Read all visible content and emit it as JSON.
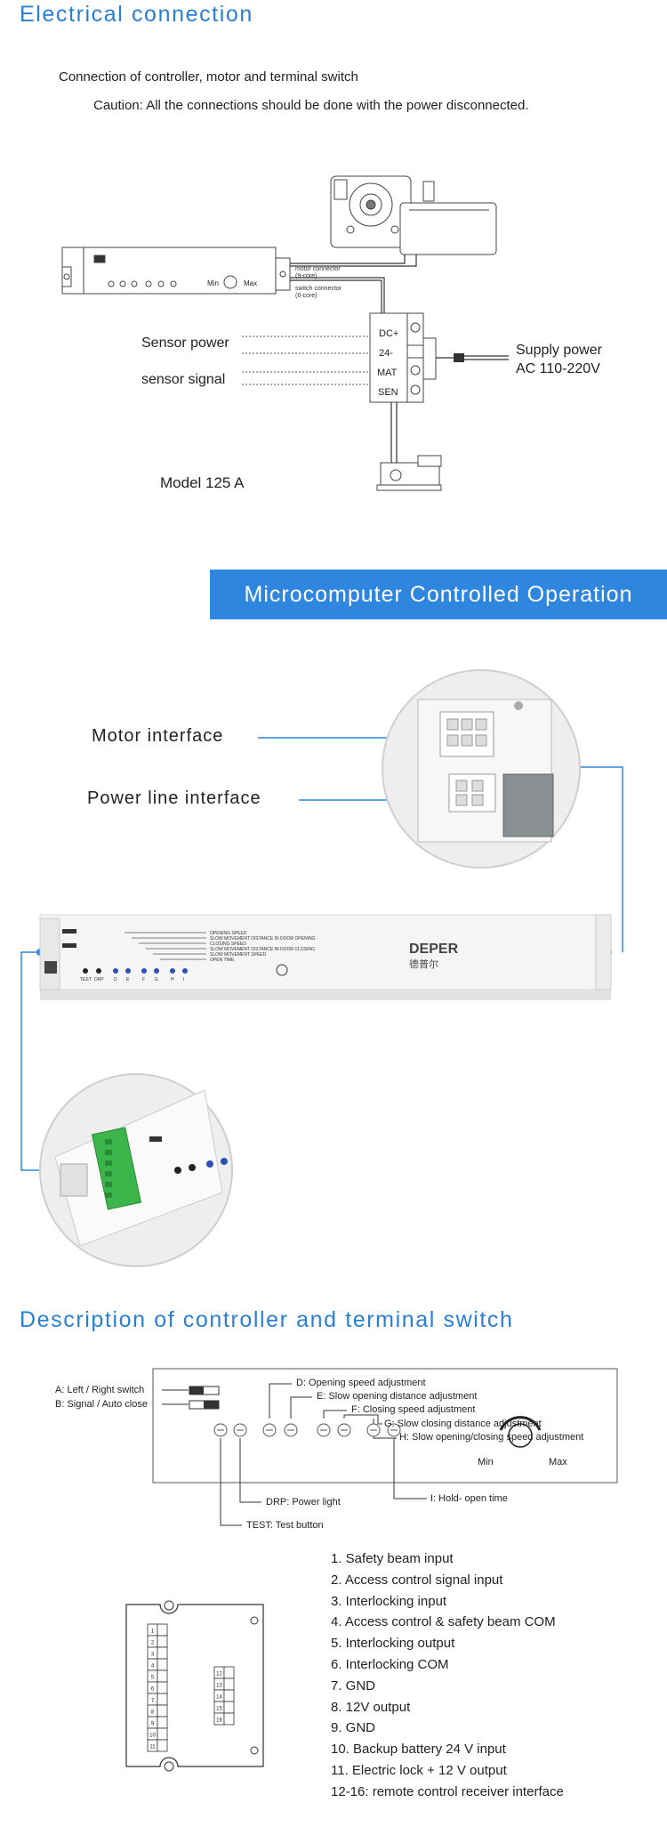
{
  "section1": {
    "title": "Electrical connection",
    "subtitle": "Connection of controller, motor and terminal switch",
    "caution": "Caution: All the connections should be done with the power disconnected.",
    "min_label": "Min",
    "max_label": "Max",
    "motor_connector": "motor connector",
    "motor_connector_core": "(9-core)",
    "switch_connector": "switch connector",
    "switch_connector_core": "(6-core)",
    "terminals": [
      "DC+",
      "24-",
      "MAT",
      "SEN"
    ],
    "sensor_power": "Sensor power",
    "sensor_signal": "sensor signal",
    "supply_power": "Supply power",
    "supply_voltage": "AC 110-220V",
    "model": "Model 125 A"
  },
  "section2": {
    "banner": "Microcomputer Controlled Operation",
    "motor_interface": "Motor interface",
    "power_line_interface": "Power line interface",
    "brand": "DEPER",
    "brand_cn": "德普尔",
    "panel_lines": [
      "OPENING  SPEED",
      "SLOW MOVEMENT DISTANCE IN DOOR OPENING",
      "CLOSING  SPEED",
      "SLOW MOVEMENT DISTANCE IN DOOR CLOSING",
      "SLOW MOVEMENT SPEED",
      "OPEN TIME"
    ],
    "panel_buttons": [
      "TEST",
      "DRP",
      "D",
      "E",
      "F",
      "G",
      "H",
      "I"
    ]
  },
  "section3": {
    "title": "Description of controller and terminal switch",
    "switch_a": "A: Left / Right switch",
    "switch_b": "B: Signal / Auto close",
    "label_d": "D: Opening speed adjustment",
    "label_e": "E: Slow opening distance adjustment",
    "label_f": "F: Closing speed adjustment",
    "label_g": "G: Slow closing distance adjustment",
    "label_h": "H: Slow opening/closing speed adjustment",
    "label_i": "I: Hold- open time",
    "label_drp": "DRP: Power light",
    "label_test": "TEST: Test button",
    "min_label": "Min",
    "max_label": "Max",
    "terminal_numbers_left": [
      "1",
      "2",
      "3",
      "4",
      "5",
      "6",
      "7",
      "8",
      "9",
      "10",
      "11"
    ],
    "terminal_numbers_right": [
      "12",
      "13",
      "14",
      "15",
      "16"
    ],
    "terminal_list": [
      "1. Safety beam input",
      "2. Access control signal input",
      "3. Interlocking input",
      "4. Access control & safety beam COM",
      "5. Interlocking output",
      "6. Interlocking COM",
      "7. GND",
      "8. 12V output",
      "9. GND",
      "10. Backup battery  24 V input",
      "11. Electric lock + 12 V output",
      "12-16: remote control receiver interface"
    ]
  },
  "colors": {
    "accent": "#2a7fd4",
    "banner": "#2e86de"
  }
}
